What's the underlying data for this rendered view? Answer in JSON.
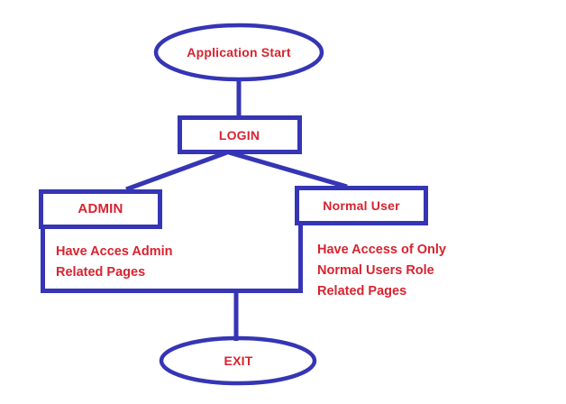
{
  "diagram": {
    "type": "flowchart",
    "background": "#ffffff",
    "colors": {
      "line": "#3535b5",
      "text": "#d8232f"
    },
    "nodes": [
      {
        "id": "start",
        "shape": "ellipse",
        "label": "Application Start"
      },
      {
        "id": "login",
        "shape": "rect",
        "label": "LOGIN"
      },
      {
        "id": "admin",
        "shape": "rect",
        "label": "ADMIN"
      },
      {
        "id": "normal-user",
        "shape": "rect",
        "label": "Normal User"
      },
      {
        "id": "exit",
        "shape": "ellipse",
        "label": "EXIT"
      }
    ],
    "edges": [
      {
        "from": "start",
        "to": "login"
      },
      {
        "from": "login",
        "to": "admin"
      },
      {
        "from": "login",
        "to": "normal-user"
      },
      {
        "from": "admin",
        "to": "exit"
      },
      {
        "from": "normal-user",
        "to": "exit"
      }
    ],
    "annotations": {
      "admin_note": {
        "lines": [
          "Have Acces Admin",
          "Related Pages"
        ]
      },
      "user_note": {
        "lines": [
          "Have Access of Only",
          "Normal Users Role",
          "Related Pages"
        ]
      }
    }
  }
}
